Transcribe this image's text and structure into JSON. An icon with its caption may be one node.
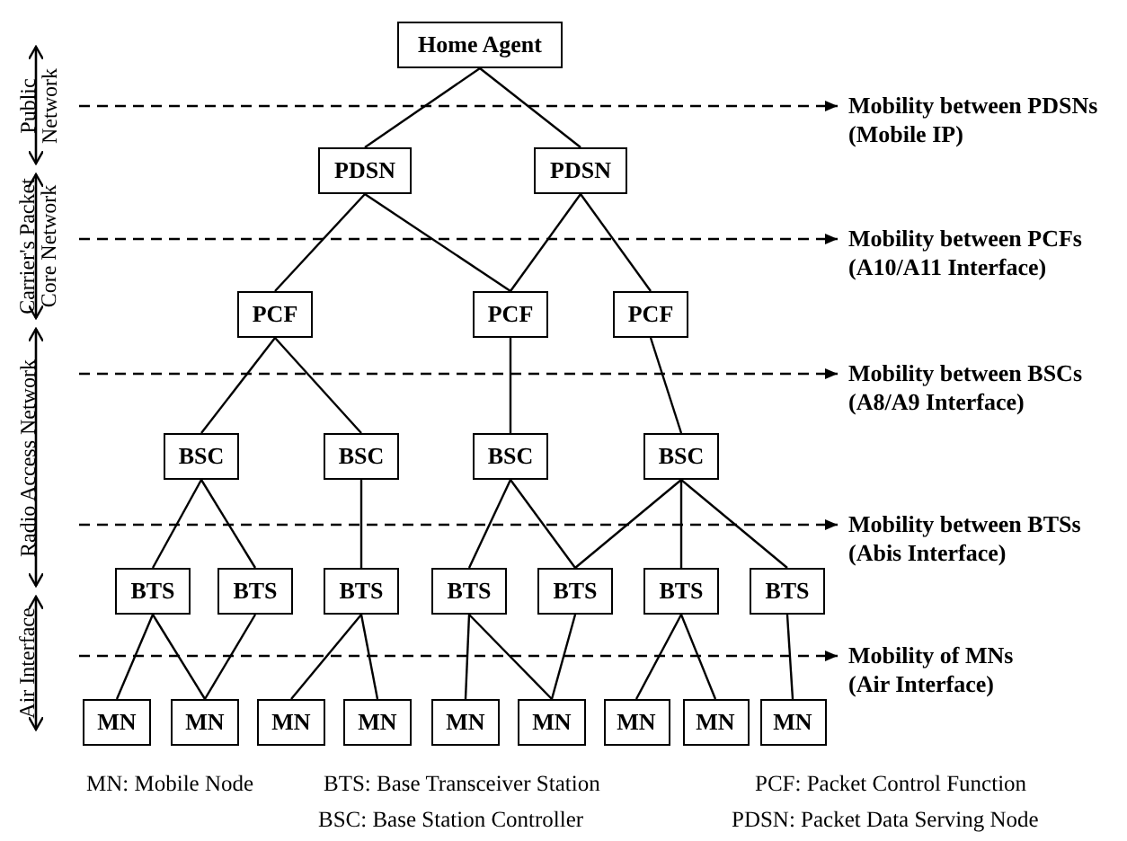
{
  "diagram": {
    "nodes": [
      {
        "text": [
          "Home Agent"
        ]
      },
      {
        "text": [
          "PDSN"
        ]
      },
      {
        "text": [
          "PDSN"
        ]
      },
      {
        "text": [
          "PCF"
        ]
      },
      {
        "text": [
          "PCF"
        ]
      },
      {
        "text": [
          "PCF"
        ]
      },
      {
        "text": [
          "BSC"
        ]
      },
      {
        "text": [
          "BSC"
        ]
      },
      {
        "text": [
          "BSC"
        ]
      },
      {
        "text": [
          "BSC"
        ]
      },
      {
        "text": [
          "BTS"
        ]
      },
      {
        "text": [
          "BTS"
        ]
      },
      {
        "text": [
          "BTS"
        ]
      },
      {
        "text": [
          "BTS"
        ]
      },
      {
        "text": [
          "BTS"
        ]
      },
      {
        "text": [
          "BTS"
        ]
      },
      {
        "text": [
          "BTS"
        ]
      },
      {
        "text": [
          "MN"
        ]
      },
      {
        "text": [
          "MN"
        ]
      },
      {
        "text": [
          "MN"
        ]
      },
      {
        "text": [
          "MN"
        ]
      },
      {
        "text": [
          "MN"
        ]
      },
      {
        "text": [
          "MN"
        ]
      },
      {
        "text": [
          "MN"
        ]
      },
      {
        "text": [
          "MN"
        ]
      },
      {
        "text": [
          "MN"
        ]
      },
      {
        "text": [
          "Mobility between PDSNs",
          "(Mobile IP)"
        ]
      },
      {
        "text": [
          "Mobility between PCFs",
          "(A10/A11 Interface)"
        ]
      },
      {
        "text": [
          "Mobility between BSCs",
          "(A8/A9 Interface)"
        ]
      },
      {
        "text": [
          "Mobility between BTSs",
          "(Abis Interface)"
        ]
      },
      {
        "text": [
          "Mobility of MNs",
          "(Air Interface)"
        ]
      }
    ],
    "edges": [
      {
        "from": 0,
        "to": 1,
        "arrow": "none"
      },
      {
        "from": 0,
        "to": 2,
        "arrow": "none"
      },
      {
        "from": 1,
        "to": 3,
        "arrow": "none"
      },
      {
        "from": 1,
        "to": 4,
        "arrow": "none"
      },
      {
        "from": 2,
        "to": 4,
        "arrow": "none"
      },
      {
        "from": 2,
        "to": 5,
        "arrow": "none"
      },
      {
        "from": 3,
        "to": 6,
        "arrow": "none"
      },
      {
        "from": 3,
        "to": 7,
        "arrow": "none"
      },
      {
        "from": 4,
        "to": 8,
        "arrow": "none"
      },
      {
        "from": 5,
        "to": 9,
        "arrow": "none"
      },
      {
        "from": 6,
        "to": 10,
        "arrow": "none"
      },
      {
        "from": 6,
        "to": 11,
        "arrow": "none"
      },
      {
        "from": 7,
        "to": 12,
        "arrow": "none"
      },
      {
        "from": 8,
        "to": 13,
        "arrow": "none"
      },
      {
        "from": 8,
        "to": 14,
        "arrow": "none"
      },
      {
        "from": 9,
        "to": 14,
        "arrow": "none"
      },
      {
        "from": 9,
        "to": 15,
        "arrow": "none"
      },
      {
        "from": 9,
        "to": 16,
        "arrow": "none"
      },
      {
        "from": 10,
        "to": 17,
        "arrow": "none"
      },
      {
        "from": 10,
        "to": 18,
        "arrow": "none"
      },
      {
        "from": 11,
        "to": 18,
        "arrow": "none"
      },
      {
        "from": 12,
        "to": 19,
        "arrow": "none"
      },
      {
        "from": 12,
        "to": 20,
        "arrow": "none"
      },
      {
        "from": 13,
        "to": 21,
        "arrow": "none"
      },
      {
        "from": 13,
        "to": 22,
        "arrow": "none"
      },
      {
        "from": 14,
        "to": 22,
        "arrow": "none"
      },
      {
        "from": 15,
        "to": 23,
        "arrow": "none"
      },
      {
        "from": 15,
        "to": 24,
        "arrow": "none"
      },
      {
        "from": 16,
        "to": 25,
        "arrow": "none"
      },
      {
        "from": null,
        "to": 26,
        "arrow": "to",
        "style": "dashed"
      },
      {
        "from": null,
        "to": 27,
        "arrow": "to",
        "style": "dashed"
      },
      {
        "from": null,
        "to": 28,
        "arrow": "to",
        "style": "dashed"
      },
      {
        "from": null,
        "to": 29,
        "arrow": "to",
        "style": "dashed"
      },
      {
        "from": null,
        "to": 30,
        "arrow": "to",
        "style": "dashed"
      }
    ],
    "labels": [
      "Public Network",
      "Carrier's Packet Core Network",
      "Radio Access Network",
      "Air Interface",
      "MN: Mobile Node",
      "BTS: Base Transceiver Station",
      "PCF: Packet Control Function",
      "BSC: Base Station Controller",
      "PDSN: Packet Data Serving Node"
    ]
  }
}
